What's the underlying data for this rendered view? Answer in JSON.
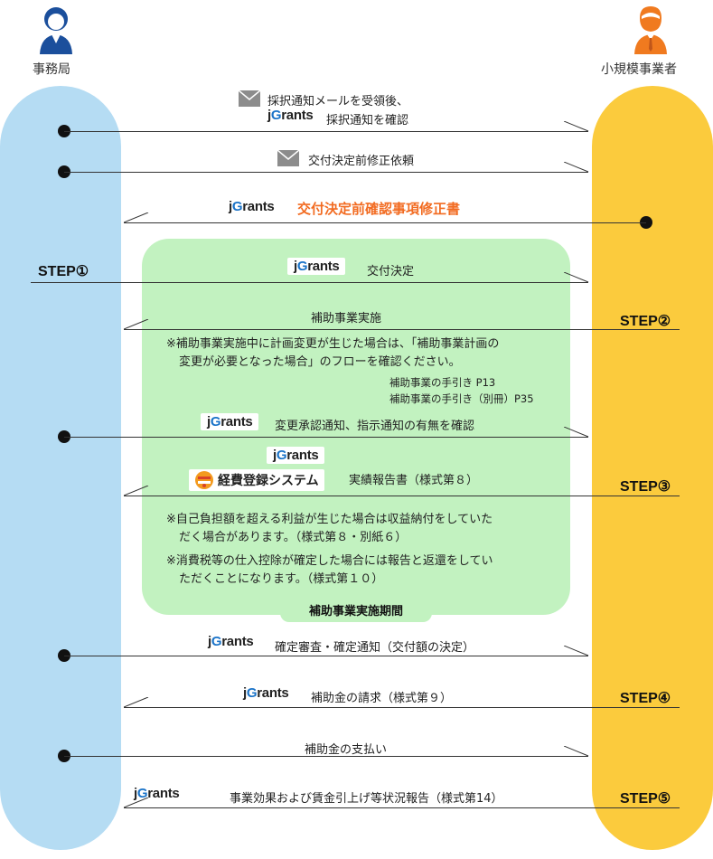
{
  "actors": {
    "left": "事務局",
    "right": "小規模事業者"
  },
  "brand": {
    "jgrants_pre": "j",
    "jgrants_g": "G",
    "jgrants_post": "rants",
    "keihi": "経費登録システム"
  },
  "steps": {
    "s1": "STEP①",
    "s2": "STEP②",
    "s3": "STEP③",
    "s4": "STEP④",
    "s5": "STEP⑤"
  },
  "messages": {
    "m1_line1": "採択通知メールを受領後、",
    "m1_line2": "採択通知を確認",
    "m2": "交付決定前修正依頼",
    "m3": "交付決定前確認事項修正書",
    "m4": "交付決定",
    "m5": "補助事業実施",
    "m6": "変更承認通知、指示通知の有無を確認",
    "m7": "実績報告書（様式第８）",
    "m8": "確定審査・確定通知（交付額の決定）",
    "m9": "補助金の請求（様式第９）",
    "m10": "補助金の支払い",
    "m11": "事業効果および賃金引上げ等状況報告（様式第14）"
  },
  "notes": {
    "n1_line1": "※補助事業実施中に計画変更が生じた場合は、「補助事業計画の",
    "n1_line2": "変更が必要となった場合」のフローを確認ください。",
    "ref1": "補助事業の手引き P13",
    "ref2": "補助事業の手引き（別冊）P35",
    "n2_line1": "※自己負担額を超える利益が生じた場合は収益納付をしていた",
    "n2_line2": "だく場合があります。（様式第８・別紙６）",
    "n3_line1": "※消費税等の仕入控除が確定した場合には報告と返還をしてい",
    "n3_line2": "ただくことになります。（様式第１０）"
  },
  "period_label": "補助事業実施期間",
  "colors": {
    "left_lane": "#b5dcf3",
    "right_lane": "#fbcb3d",
    "period_area": "#c2f2c0",
    "highlight": "#f26b21",
    "brand_g": "#1a73c8"
  },
  "icons": [
    "person-icon",
    "mail-icon",
    "keihi-logo-icon"
  ]
}
